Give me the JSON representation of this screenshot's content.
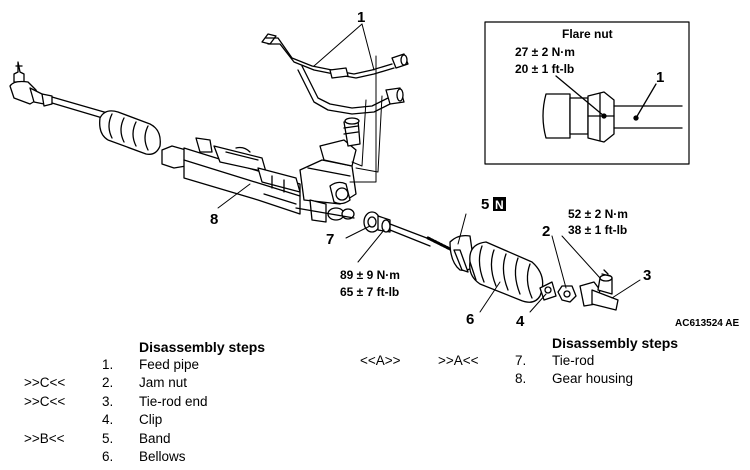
{
  "callouts": {
    "c1": "1",
    "c2": "2",
    "c3": "3",
    "c4": "4",
    "c5": "5",
    "c5_badge": "N",
    "c6": "6",
    "c7": "7",
    "c8": "8"
  },
  "torques": {
    "tie_rod": {
      "line1": "89 ± 9 N·m",
      "line2": "65 ± 7 ft-lb"
    },
    "tie_rod_end": {
      "line1": "52 ± 2 N·m",
      "line2": "38 ± 1 ft-lb"
    }
  },
  "inset": {
    "title": "Flare nut",
    "line1": "27 ± 2 N·m",
    "line2": "20 ± 1 ft-lb",
    "callout": "1"
  },
  "figure_id": "AC613524 AE",
  "left_steps": {
    "title": "Disassembly steps",
    "items": [
      {
        "mark": "",
        "no": "1.",
        "text": "Feed pipe"
      },
      {
        "mark": ">>C<<",
        "no": "2.",
        "text": "Jam nut"
      },
      {
        "mark": ">>C<<",
        "no": "3.",
        "text": "Tie-rod end"
      },
      {
        "mark": "",
        "no": "4.",
        "text": "Clip"
      },
      {
        "mark": ">>B<<",
        "no": "5.",
        "text": "Band"
      },
      {
        "mark": "",
        "no": "6.",
        "text": "Bellows"
      }
    ]
  },
  "right_steps": {
    "title": "Disassembly steps",
    "items": [
      {
        "mark1": "<<A>>",
        "mark2": ">>A<<",
        "no": "7.",
        "text": "Tie-rod"
      },
      {
        "mark1": "",
        "mark2": "",
        "no": "8.",
        "text": "Gear housing"
      }
    ]
  }
}
